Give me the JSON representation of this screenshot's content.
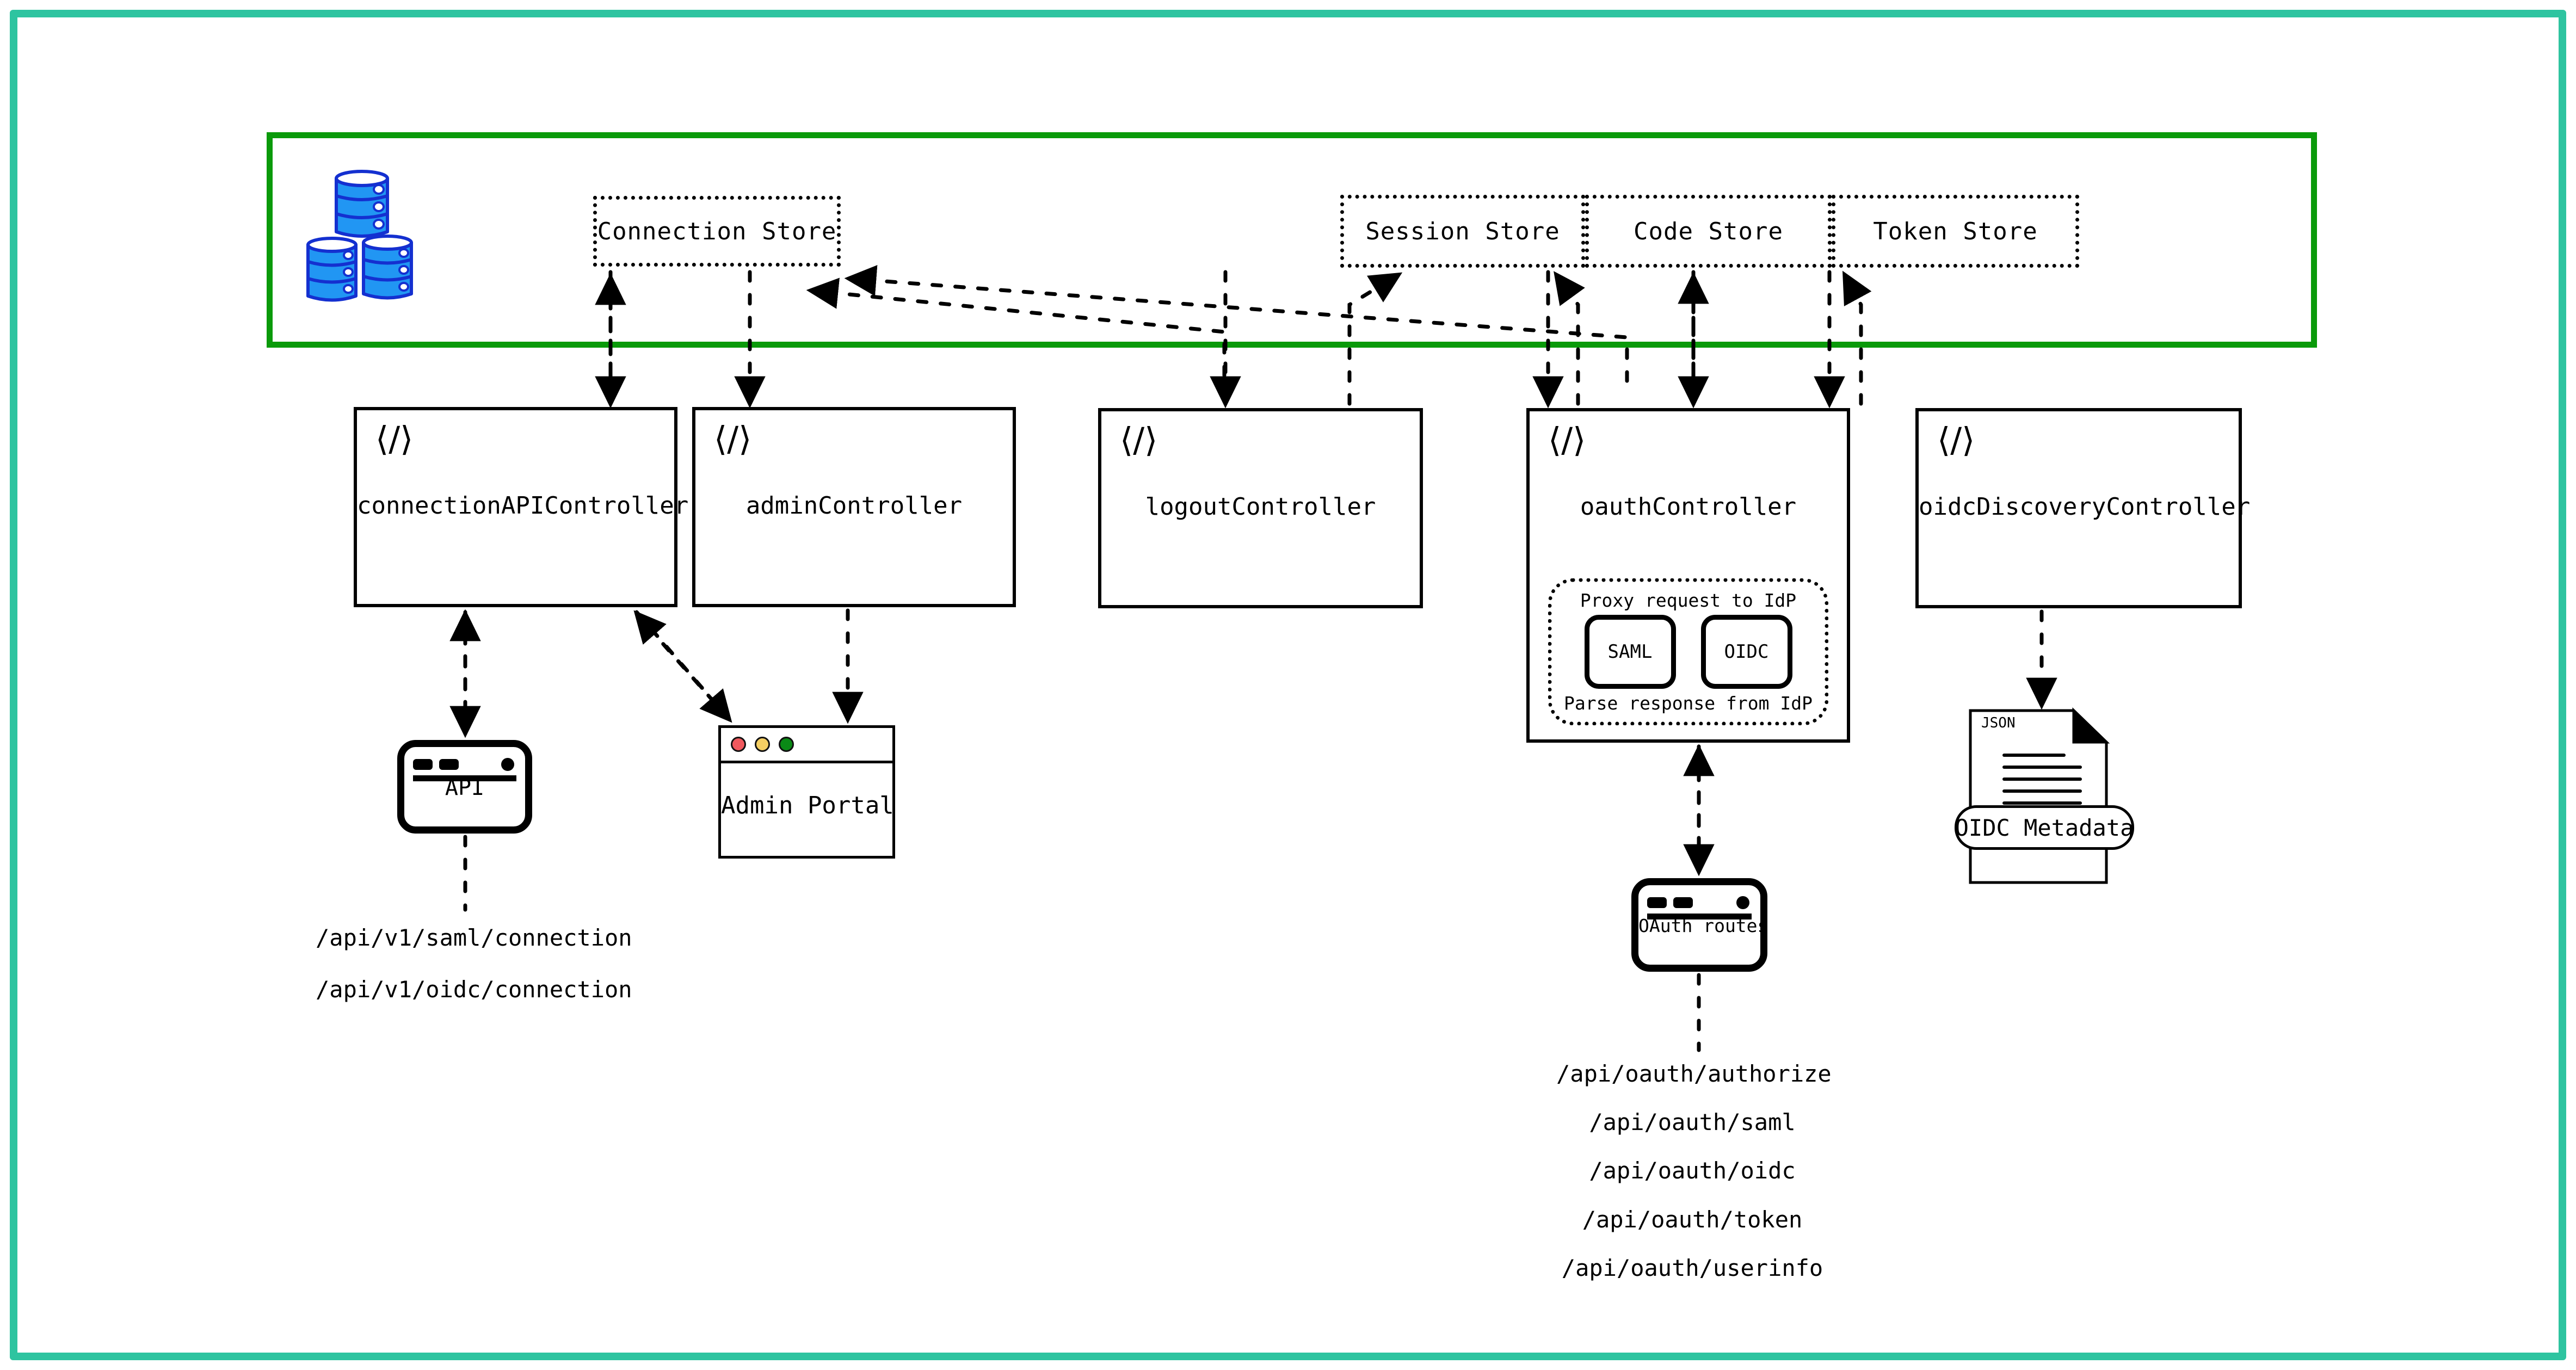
{
  "theme": {
    "frame_color": "#2ec4a0",
    "container_color": "#0a9a0a",
    "db_fill": "#2196f3",
    "db_stroke": "#1430d0",
    "traffic_red": "#f0595e",
    "traffic_yellow": "#f5cf63",
    "traffic_green": "#0a8a16",
    "ink": "#000000"
  },
  "stores": [
    {
      "id": "connection-store",
      "label": "Connection Store"
    },
    {
      "id": "session-store",
      "label": "Session Store"
    },
    {
      "id": "code-store",
      "label": "Code Store"
    },
    {
      "id": "token-store",
      "label": "Token Store"
    }
  ],
  "database_icon": {
    "name": "database-stack-icon",
    "cylinders": 3
  },
  "controllers": [
    {
      "id": "connection-api-controller",
      "label": "connectionAPIController",
      "icon": "code-icon"
    },
    {
      "id": "admin-controller",
      "label": "adminController",
      "icon": "code-icon"
    },
    {
      "id": "logout-controller",
      "label": "logoutController",
      "icon": "code-icon"
    },
    {
      "id": "oauth-controller",
      "label": "oauthController",
      "icon": "code-icon"
    },
    {
      "id": "oidc-discovery-controller",
      "label": "oidcDiscoveryController",
      "icon": "code-icon"
    }
  ],
  "code_icon_glyph": "⟨/⟩",
  "proxy_box": {
    "caption_top": "Proxy request to IdP",
    "caption_bottom": "Parse response from IdP",
    "protocols": [
      {
        "id": "saml",
        "label": "SAML"
      },
      {
        "id": "oidc",
        "label": "OIDC"
      }
    ]
  },
  "clients": {
    "api": {
      "id": "api-browser",
      "label": "API"
    },
    "admin_portal": {
      "id": "admin-portal-window",
      "label": "Admin Portal"
    },
    "oauth_routes": {
      "id": "oauth-routes-browser",
      "label": "OAuth routes"
    },
    "oidc_metadata": {
      "id": "oidc-metadata-doc",
      "label": "OIDC Metadata",
      "file_type": "JSON"
    }
  },
  "endpoints": {
    "connection_api": [
      "/api/v1/saml/connection",
      "/api/v1/oidc/connection"
    ],
    "oauth": [
      "/api/oauth/authorize",
      "/api/oauth/saml",
      "/api/oauth/oidc",
      "/api/oauth/token",
      "/api/oauth/userinfo"
    ]
  }
}
